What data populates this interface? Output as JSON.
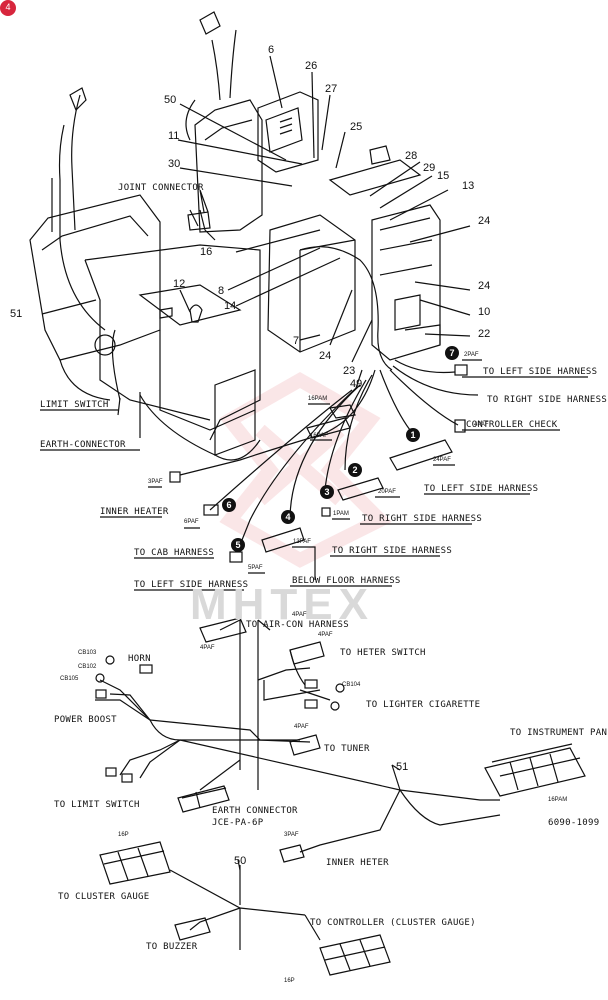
{
  "corner_badge": "4",
  "watermark": "MHTEX",
  "part_numbers": {
    "n6": "6",
    "n26": "26",
    "n27": "27",
    "n50": "50",
    "n11": "11",
    "n25": "25",
    "n30": "30",
    "n28": "28",
    "n29": "29",
    "n15": "15",
    "n13": "13",
    "n24a": "24",
    "n12": "12",
    "n16": "16",
    "n8": "8",
    "n14": "14",
    "n24b": "24",
    "n10": "10",
    "n51": "51",
    "n7": "7",
    "n22": "22",
    "n24c": "24",
    "n23": "23",
    "n49": "49",
    "n51b": "51",
    "n50b": "50"
  },
  "upper_labels": {
    "joint_connector": "JOINT CONNECTOR",
    "limit_switch": "LIMIT SWITCH",
    "earth_connector": "EARTH-CONNECTOR",
    "inner_heater": "INNER HEATER",
    "to_cab_harness": "TO CAB HARNESS",
    "to_left_side_harness_a": "TO LEFT SIDE HARNESS",
    "to_right_side_harness_a": "TO RIGHT SIDE HARNESS",
    "controller_check": "CONTROLLER CHECK",
    "to_left_side_harness_b": "TO LEFT SIDE HARNESS",
    "to_right_side_harness_b": "TO RIGHT SIDE HARNESS",
    "to_right_side_harness_c": "TO RIGHT SIDE HARNESS",
    "below_floor_harness": "BELOW FLOOR HARNESS",
    "to_left_side_harness_c": "TO LEFT SIDE HARNESS"
  },
  "connector_codes": {
    "c2paf": "2PAF",
    "c16pam": "16PAM",
    "c16paf": "16PAF",
    "c4paf": "4PAF",
    "c24paf": "24PAF",
    "c3paf": "3PAF",
    "c20paf": "20PAF",
    "c1pam": "1PAM",
    "c6paf": "6PAF",
    "c13paf": "13PAF",
    "c5paf": "5PAF"
  },
  "callouts": [
    "7",
    "1",
    "2",
    "3",
    "6",
    "4",
    "5"
  ],
  "lower_labels": {
    "to_air_con": "TO AIR-CON HARNESS",
    "horn": "HORN",
    "to_heter_switch": "TO HETER SWITCH",
    "power_boost": "POWER BOOST",
    "to_lighter": "TO LIGHTER CIGARETTE",
    "to_tuner": "TO TUNER",
    "to_instrument_panel": "TO INSTRUMENT PANEL",
    "to_limit_switch": "TO LIMIT SWITCH",
    "earth_connector": "EARTH CONNECTOR",
    "earth_code": "JCE-PA-6P",
    "inner_heter": "INNER HETER",
    "to_cluster_gauge": "TO CLUSTER GAUGE",
    "to_buzzer": "TO BUZZER",
    "to_controller": "TO CONTROLLER (CLUSTER GAUGE)",
    "drawing_no": "6090-1099"
  },
  "lower_codes": {
    "l4paf_a": "4PAF",
    "l4paf_b": "4PAF",
    "l4paf_c": "4PAF",
    "l4paf_d": "4PAF",
    "l16pam": "16PAM",
    "l3paf": "3PAF",
    "l16p_a": "16P",
    "l16p_b": "16P",
    "cb103": "CB103",
    "cb105": "CB105",
    "cb104": "CB104",
    "cb102": "CB102"
  },
  "colors": {
    "ink": "#111111",
    "watermark": "#f2b8bd",
    "badge": "#d7263d"
  }
}
